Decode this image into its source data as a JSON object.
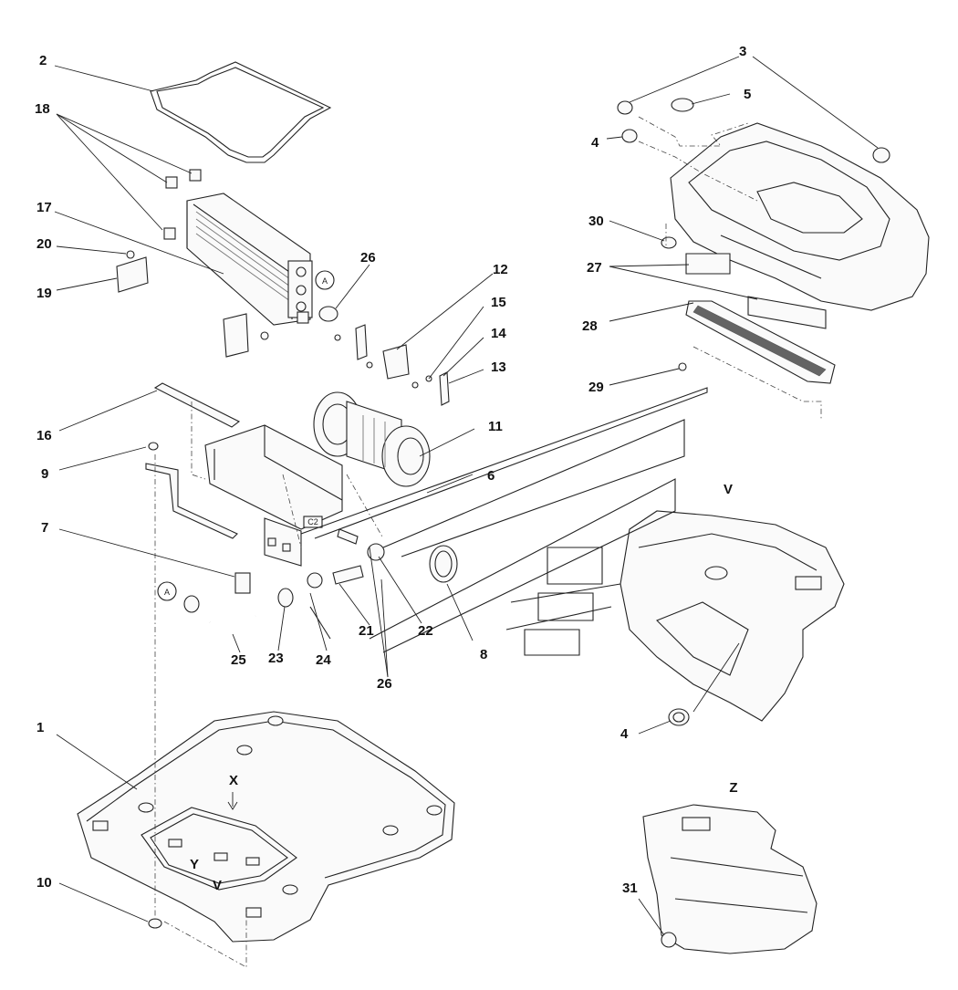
{
  "diagram": {
    "labels": {
      "p1": "1",
      "p2": "2",
      "p3": "3",
      "p4a": "4",
      "p4b": "4",
      "p5": "5",
      "p6": "6",
      "p7": "7",
      "p8": "8",
      "p9": "9",
      "p10": "10",
      "p11": "11",
      "p12": "12",
      "p13": "13",
      "p14": "14",
      "p15": "15",
      "p16": "16",
      "p17": "17",
      "p18": "18",
      "p19": "19",
      "p20": "20",
      "p21": "21",
      "p22": "22",
      "p23": "23",
      "p24": "24",
      "p25": "25",
      "p26a": "26",
      "p26b": "26",
      "p27": "27",
      "p28": "28",
      "p29": "29",
      "p30": "30",
      "p31": "31"
    },
    "views": {
      "v": "V",
      "z": "Z",
      "x": "X",
      "y": "Y",
      "v_small": "V"
    },
    "callouts": {
      "a1": "A",
      "a2": "A"
    },
    "tag_c2": "C2"
  }
}
